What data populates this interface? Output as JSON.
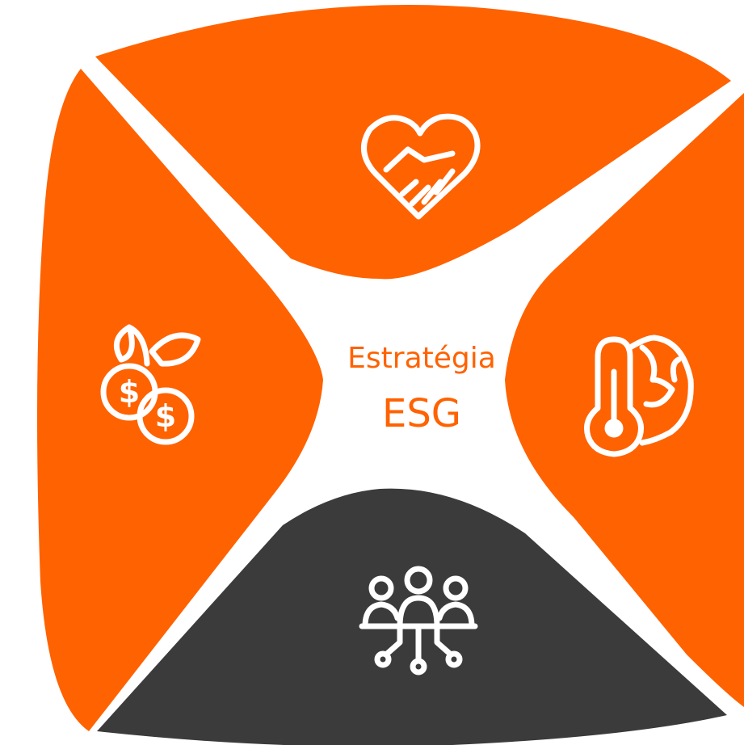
{
  "center": {
    "line1": "Estratégia",
    "line2": "ESG"
  },
  "segments": [
    {
      "position": "top",
      "icon": "heart-handshake-icon"
    },
    {
      "position": "right",
      "icon": "thermometer-globe-icon"
    },
    {
      "position": "bottom",
      "icon": "people-network-icon"
    },
    {
      "position": "left",
      "icon": "money-plant-icon"
    }
  ],
  "colors": {
    "primary": "#FF6200",
    "dark": "#3B3B3B",
    "background": "#FFFFFF",
    "icon": "#FFFFFF"
  }
}
